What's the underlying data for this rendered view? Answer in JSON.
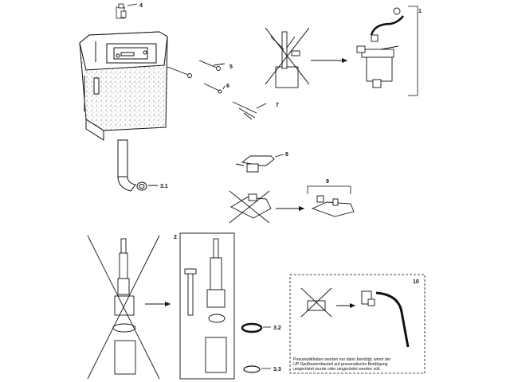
{
  "callouts": {
    "c1": "1",
    "c2": "2",
    "c3_1": "3.1",
    "c3_2": "3.2",
    "c3_3": "3.3",
    "c4": "4",
    "c5": "5",
    "c6": "6",
    "c7": "7",
    "c8": "8",
    "c9": "9",
    "c10": "10"
  },
  "note": {
    "line1": "Pneumatikheber werden nur dann benötigt, wenn der",
    "line2": "UP-Spülkastenbauteil auf pneumatische Betätigung",
    "line3": "umgerüstet wurde oder umgerüstet werden soll."
  },
  "colors": {
    "line": "#111111",
    "speckle": "#cfcfcf",
    "paper": "#ffffff"
  }
}
